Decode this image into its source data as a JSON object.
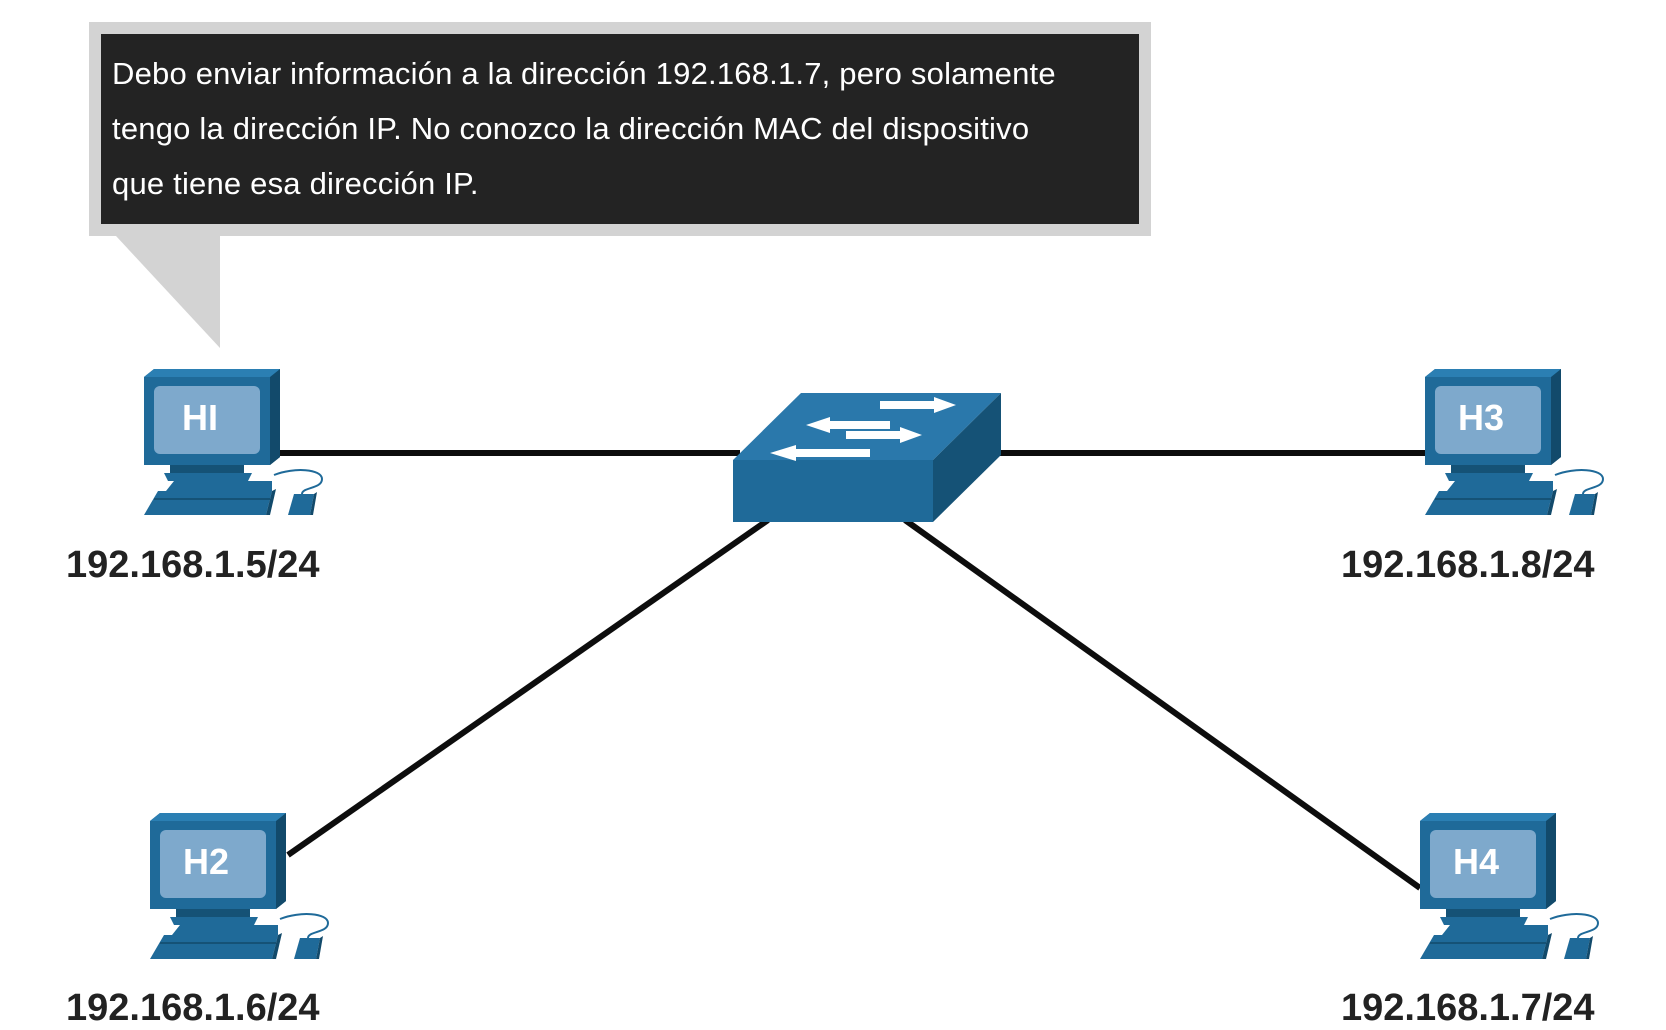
{
  "callout": {
    "lines": [
      "Debo enviar información a la dirección 192.168.1.7, pero solamente",
      "tengo la dirección IP. No conozco la dirección MAC del dispositivo",
      "que tiene esa dirección IP."
    ]
  },
  "hosts": [
    {
      "name": "HI",
      "ip": "192.168.1.5/24",
      "icon": "computer-icon"
    },
    {
      "name": "H2",
      "ip": "192.168.1.6/24",
      "icon": "computer-icon"
    },
    {
      "name": "H3",
      "ip": "192.168.1.8/24",
      "icon": "computer-icon"
    },
    {
      "name": "H4",
      "ip": "192.168.1.7/24",
      "icon": "computer-icon"
    }
  ],
  "switch": {
    "icon": "switch-icon"
  },
  "colors": {
    "device_blue": "#1f6a99",
    "device_dark": "#155276",
    "device_light": "#7ea9cc",
    "link": "#0d0d0d",
    "callout_bg": "#232323",
    "callout_border": "#cfcfcf"
  }
}
